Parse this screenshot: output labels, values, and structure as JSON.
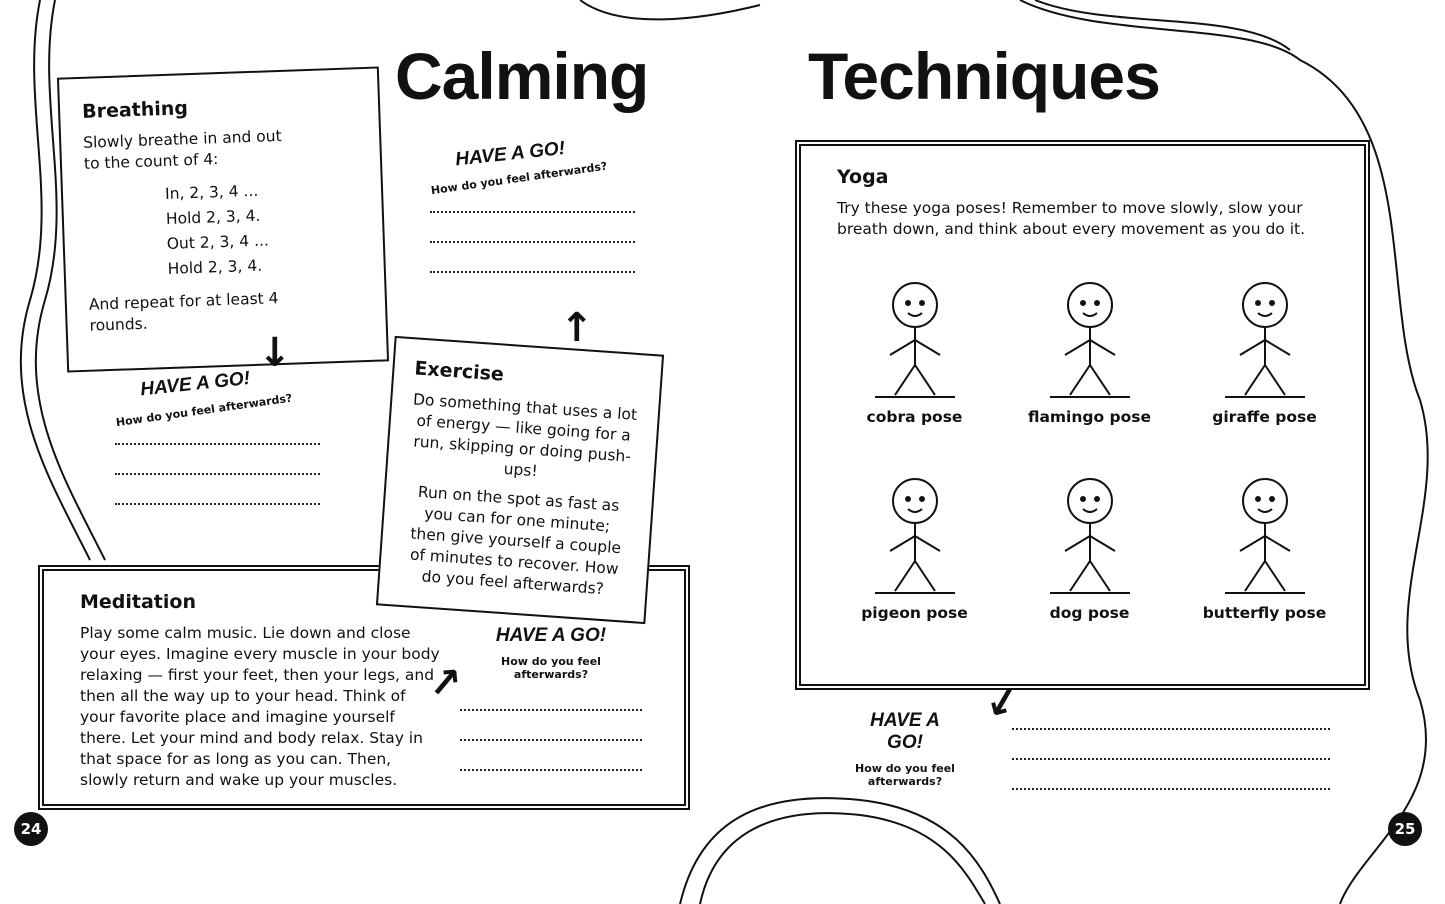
{
  "title": {
    "word1": "Calming",
    "word2": "Techniques"
  },
  "breathing": {
    "heading": "Breathing",
    "intro": "Slowly breathe in and out to the count of 4:",
    "steps": [
      "In, 2, 3, 4 ...",
      "Hold 2, 3, 4.",
      "Out 2, 3, 4 ...",
      "Hold 2, 3, 4."
    ],
    "outro": "And repeat for at least 4 rounds."
  },
  "have_a_go": {
    "label": "HAVE A GO!",
    "question": "How do you feel afterwards?"
  },
  "exercise": {
    "heading": "Exercise",
    "p1": "Do something that uses a lot of energy — like going for a run, skipping or doing push-ups!",
    "p2": "Run on the spot as fast as you can for one minute; then give yourself a couple of minutes to recover. How do you feel afterwards?"
  },
  "meditation": {
    "heading": "Meditation",
    "text": "Play some calm music. Lie down and close your eyes. Imagine every muscle in your body relaxing — first your feet, then your legs, and then all the way up to your head. Think of your favorite place and imagine yourself there. Let your mind and body relax. Stay in that space for as long as you can. Then, slowly return and wake up your muscles."
  },
  "yoga": {
    "heading": "Yoga",
    "text": "Try these yoga poses! Remember to move slowly, slow your breath down, and think about every movement as you do it.",
    "poses": [
      "cobra pose",
      "flamingo pose",
      "giraffe pose",
      "pigeon pose",
      "dog pose",
      "butterfly pose"
    ]
  },
  "page_numbers": {
    "left": "24",
    "right": "25"
  }
}
